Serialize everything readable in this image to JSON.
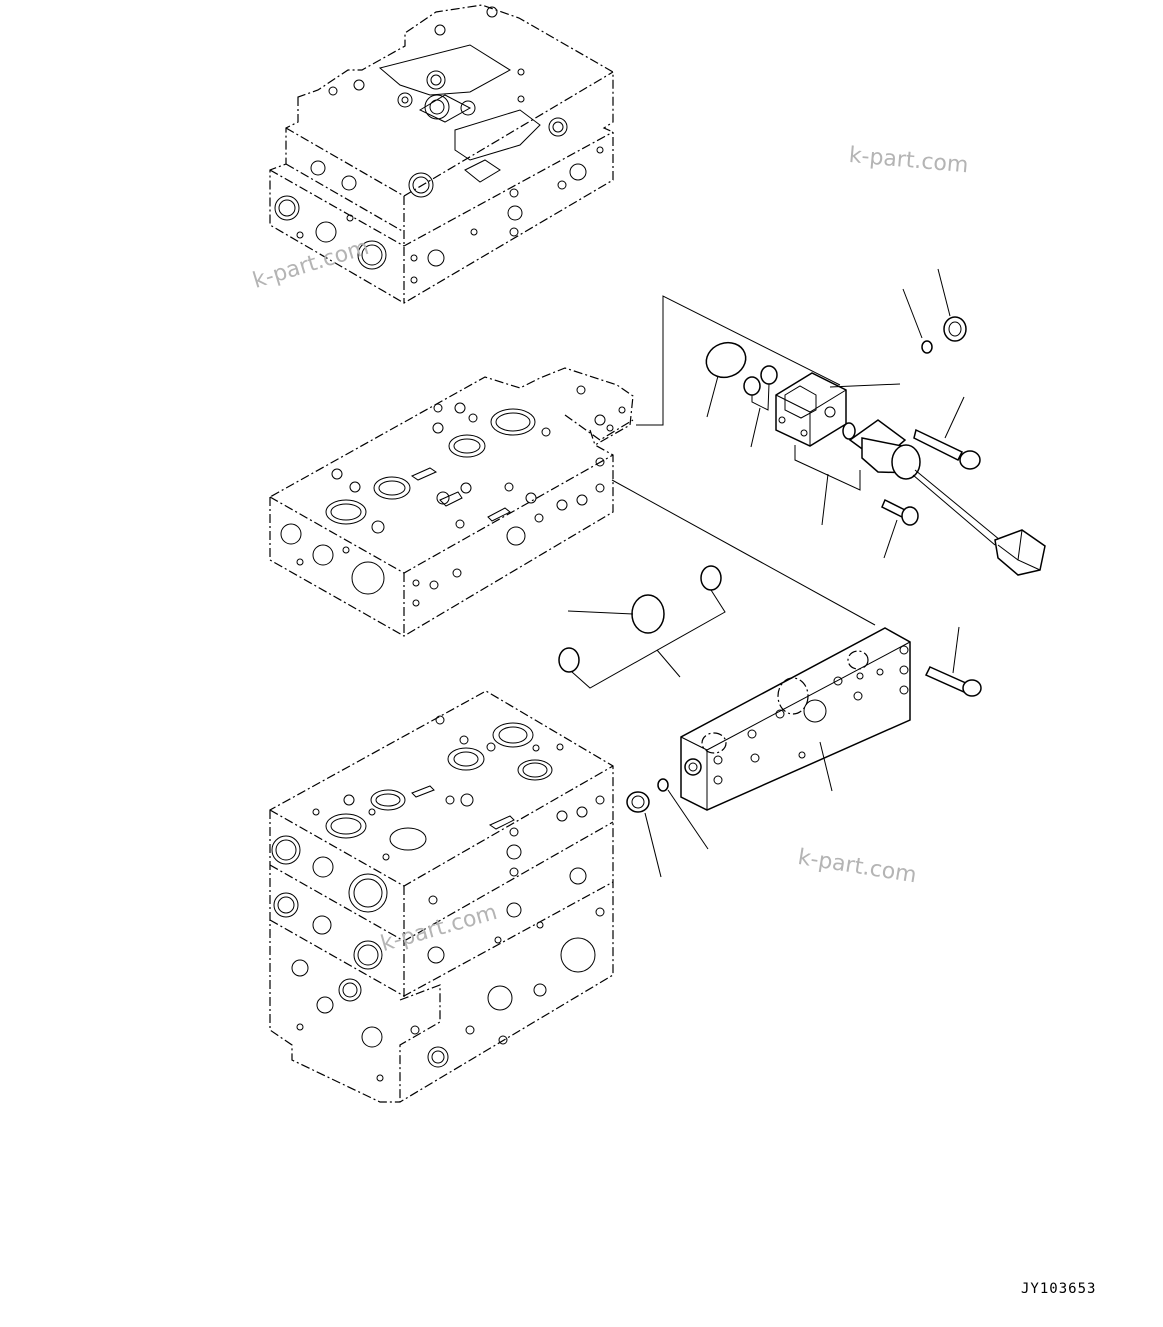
{
  "watermarks": [
    "k-part.com",
    "k-part.com",
    "k-part.com",
    "k-part.com"
  ],
  "drawing_code": "JY103653",
  "icons": {
    "upper_valve_block": "valve-block-outline",
    "middle_valve_block": "valve-section-outline",
    "lower_valve_block": "valve-stack-outline",
    "solenoid_assembly": "solenoid-valve",
    "manifold_block": "manifold-block"
  }
}
